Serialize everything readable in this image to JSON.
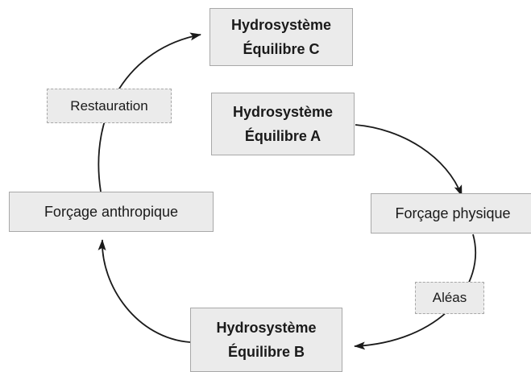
{
  "diagram": {
    "nodes": {
      "c": {
        "line1": "Hydrosystème",
        "line2": "Équilibre C"
      },
      "a": {
        "line1": "Hydrosystème",
        "line2": "Équilibre A"
      },
      "b": {
        "line1": "Hydrosystème",
        "line2": "Équilibre B"
      },
      "anthropique": {
        "label": "Forçage anthropique"
      },
      "physique": {
        "label": "Forçage physique"
      },
      "restauration": {
        "label": "Restauration"
      },
      "aleas": {
        "label": "Aléas"
      }
    },
    "edges": [
      {
        "from": "a",
        "to": "physique"
      },
      {
        "from": "physique",
        "to": "b"
      },
      {
        "from": "b",
        "to": "anthropique"
      },
      {
        "from": "anthropique",
        "to": "c"
      }
    ],
    "colors": {
      "box_fill": "#ebebeb",
      "box_border": "#a8a8a8",
      "arrow": "#1a1a1a"
    }
  }
}
